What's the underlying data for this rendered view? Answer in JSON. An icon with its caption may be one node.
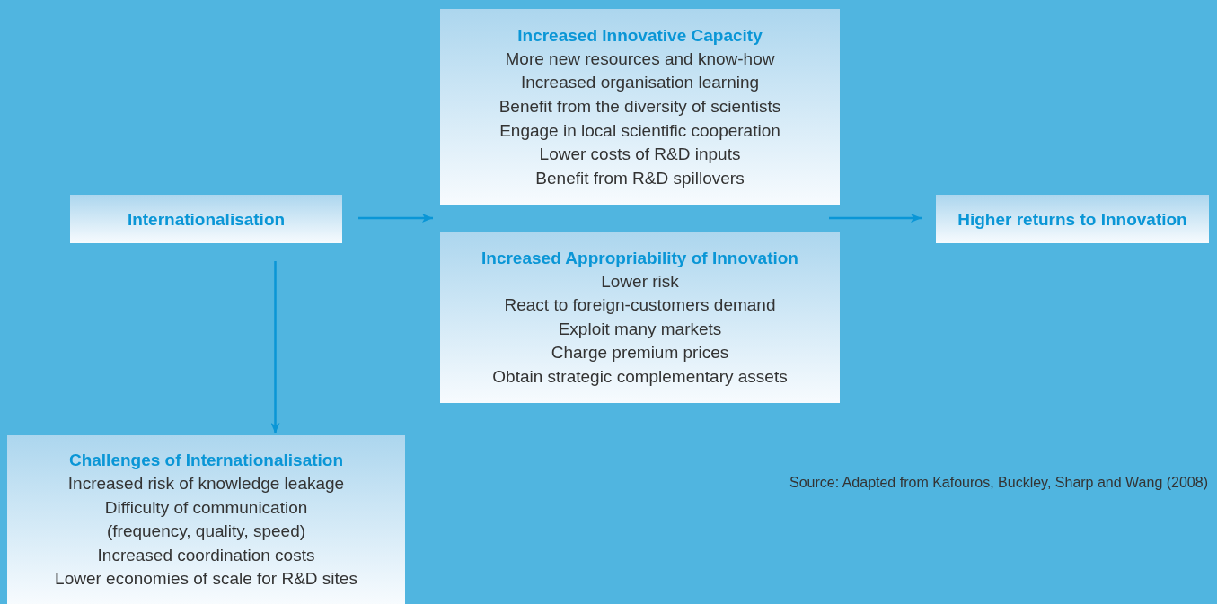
{
  "diagram": {
    "nodes": [
      {
        "text": [
          "Internationalisation"
        ]
      },
      {
        "text": [
          "Increased Innovative Capacity",
          "More new resources and know-how",
          "Increased organisation learning",
          "Benefit from the diversity of scientists",
          "Engage in local scientific cooperation",
          "Lower costs of R&D inputs",
          "Benefit from R&D spillovers"
        ]
      },
      {
        "text": [
          "Increased Appropriability of Innovation",
          "Lower risk",
          "React to foreign-customers demand",
          "Exploit many markets",
          "Charge premium prices",
          "Obtain strategic complementary assets"
        ]
      },
      {
        "text": [
          "Higher returns to Innovation"
        ]
      },
      {
        "text": [
          "Challenges of Internationalisation",
          "Increased risk of knowledge leakage",
          "Difficulty of communication (frequency, quality, speed)",
          "Increased coordination costs",
          "Lower economies of scale for R&D sites"
        ]
      }
    ],
    "edges": [
      {
        "from": 0,
        "to": 1,
        "arrow": "to"
      },
      {
        "from": 0,
        "to": 2,
        "arrow": "to"
      },
      {
        "from": 1,
        "to": 3,
        "arrow": "to"
      },
      {
        "from": 2,
        "to": 3,
        "arrow": "to"
      },
      {
        "from": 0,
        "to": 4,
        "arrow": "to"
      }
    ],
    "labels": [
      "Source: Adapted from Kafouros, Buckley, Sharp and Wang (2008)"
    ]
  }
}
